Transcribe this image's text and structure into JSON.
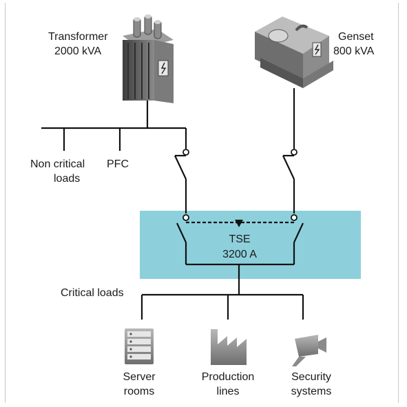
{
  "sources": {
    "transformer": {
      "line1": "Transformer",
      "line2": "2000 kVA"
    },
    "genset": {
      "line1": "Genset",
      "line2": "800 kVA"
    }
  },
  "branches": {
    "non_critical": {
      "line1": "Non critical",
      "line2": "loads"
    },
    "pfc": {
      "line1": "PFC"
    }
  },
  "tse": {
    "line1": "TSE",
    "line2": "3200 A"
  },
  "critical_label": "Critical loads",
  "loads": [
    {
      "line1": "Server",
      "line2": "rooms",
      "icon": "server-icon"
    },
    {
      "line1": "Production",
      "line2": "lines",
      "icon": "factory-icon"
    },
    {
      "line1": "Security",
      "line2": "systems",
      "icon": "camera-icon"
    }
  ],
  "colors": {
    "tse_box": "#8dd0dc",
    "line": "#111111",
    "device_dark": "#5a5a5a",
    "device_light": "#9a9a9a"
  }
}
